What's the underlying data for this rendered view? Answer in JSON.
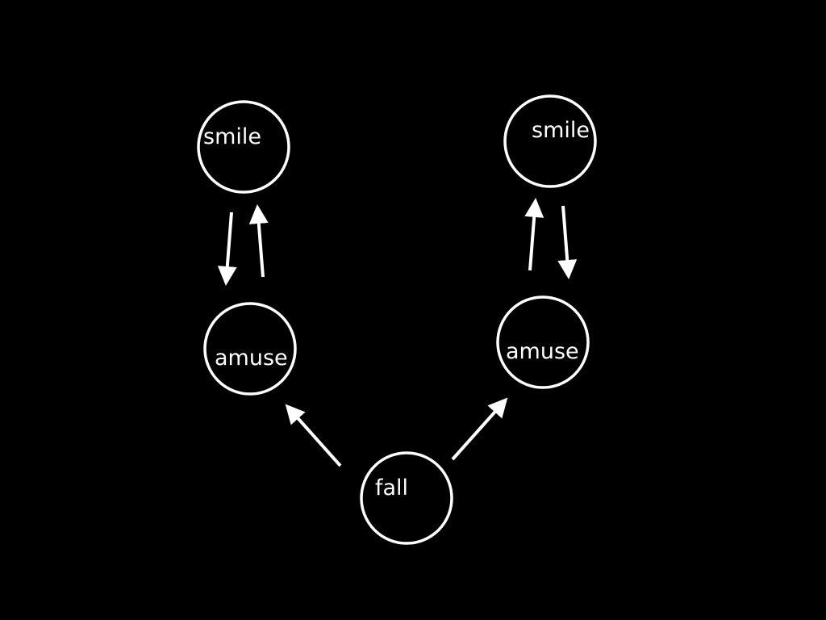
{
  "diagram": {
    "nodes": [
      {
        "id": "smile_left",
        "label": "smile"
      },
      {
        "id": "smile_right",
        "label": "smile"
      },
      {
        "id": "amuse_left",
        "label": "amuse"
      },
      {
        "id": "amuse_right",
        "label": "amuse"
      },
      {
        "id": "fall",
        "label": "fall"
      }
    ],
    "edges": [
      {
        "from": "smile_left",
        "to": "amuse_left"
      },
      {
        "from": "amuse_left",
        "to": "smile_left"
      },
      {
        "from": "amuse_right",
        "to": "smile_right"
      },
      {
        "from": "smile_right",
        "to": "amuse_right"
      },
      {
        "from": "fall",
        "to": "amuse_left"
      },
      {
        "from": "fall",
        "to": "amuse_right"
      }
    ],
    "colors": {
      "background": "#000000",
      "foreground": "#ffffff"
    }
  }
}
